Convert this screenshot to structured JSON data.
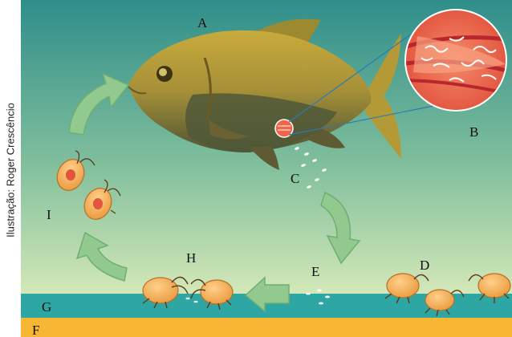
{
  "credit": "Ilustração: Roger Crescêncio",
  "labels": {
    "A": "A",
    "B": "B",
    "C": "C",
    "D": "D",
    "E": "E",
    "F": "F",
    "G": "G",
    "H": "H",
    "I": "I"
  },
  "colors": {
    "water_top": "#2f8e8a",
    "water_bottom": "#cfe6b6",
    "water_band": "#2ea7a4",
    "sand": "#f7b634",
    "fish_body": "#b39a36",
    "fish_belly": "#57583a",
    "parasite_body": "#f0a856",
    "cycle_arrow": "#92c98e",
    "zoom_circle": "#f0644a"
  },
  "icons": [
    "fish-illustration",
    "magnified-gill-circle",
    "parasite-icon",
    "cycle-arrow-icon",
    "egg-icon"
  ]
}
